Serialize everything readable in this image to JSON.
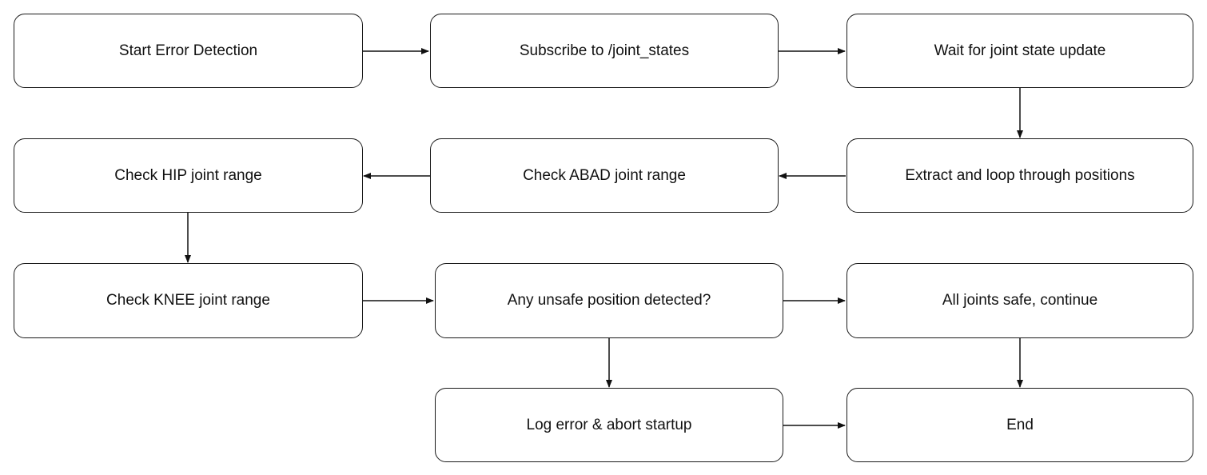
{
  "diagram": {
    "type": "flowchart",
    "nodes": [
      {
        "id": "start",
        "label": "Start Error Detection"
      },
      {
        "id": "subscribe",
        "label": "Subscribe to /joint_states"
      },
      {
        "id": "wait",
        "label": "Wait for joint state update"
      },
      {
        "id": "extract",
        "label": "Extract and loop through positions"
      },
      {
        "id": "abad",
        "label": "Check ABAD joint range"
      },
      {
        "id": "hip",
        "label": "Check HIP joint range"
      },
      {
        "id": "knee",
        "label": "Check KNEE joint range"
      },
      {
        "id": "unsafe",
        "label": "Any unsafe position detected?"
      },
      {
        "id": "safe",
        "label": "All joints safe, continue"
      },
      {
        "id": "log",
        "label": "Log error & abort startup"
      },
      {
        "id": "end",
        "label": "End"
      }
    ],
    "edges": [
      {
        "from": "start",
        "to": "subscribe"
      },
      {
        "from": "subscribe",
        "to": "wait"
      },
      {
        "from": "wait",
        "to": "extract"
      },
      {
        "from": "extract",
        "to": "abad"
      },
      {
        "from": "abad",
        "to": "hip"
      },
      {
        "from": "hip",
        "to": "knee"
      },
      {
        "from": "knee",
        "to": "unsafe"
      },
      {
        "from": "unsafe",
        "to": "safe"
      },
      {
        "from": "unsafe",
        "to": "log"
      },
      {
        "from": "safe",
        "to": "end"
      },
      {
        "from": "log",
        "to": "end"
      }
    ]
  }
}
